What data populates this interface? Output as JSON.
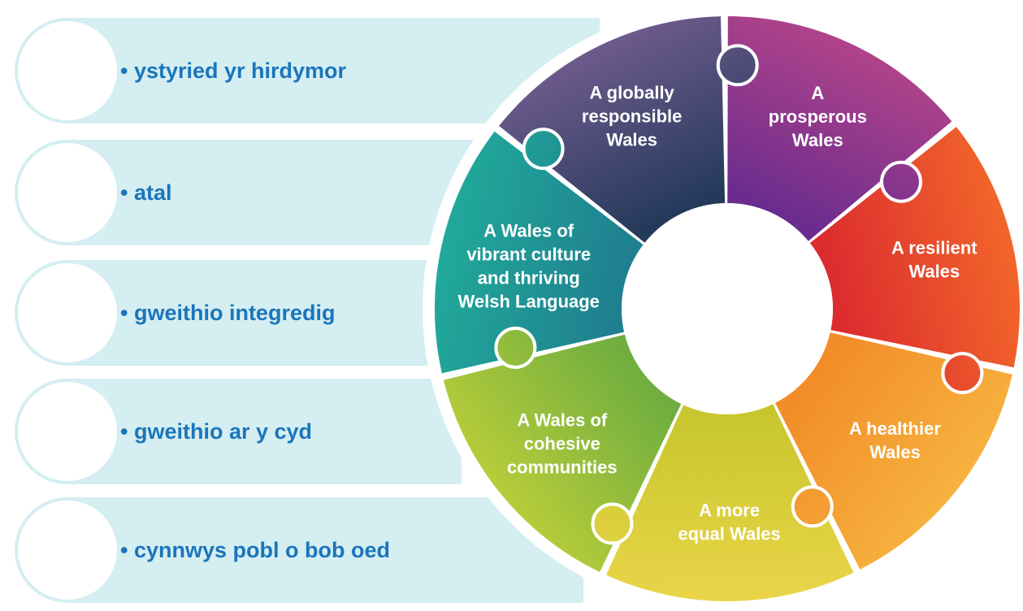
{
  "principles": [
    "• ystyried yr hirdymor",
    "• atal",
    "• gweithio integredig",
    "• gweithio ar y cyd",
    "• cynnwys pobl o bob oed"
  ],
  "goals": [
    {
      "id": "globally-responsible",
      "lines": [
        "A globally",
        "responsible",
        "Wales"
      ],
      "color_start": "#243a5a",
      "color_end": "#6d5a8c"
    },
    {
      "id": "prosperous",
      "lines": [
        "A",
        "prosperous",
        "Wales"
      ],
      "color_start": "#6a2c8e",
      "color_end": "#b0438a"
    },
    {
      "id": "resilient",
      "lines": [
        "A resilient",
        "Wales"
      ],
      "color_start": "#dc2b2f",
      "color_end": "#f2662a"
    },
    {
      "id": "healthier",
      "lines": [
        "A healthier",
        "Wales"
      ],
      "color_start": "#f28c28",
      "color_end": "#f6b23e"
    },
    {
      "id": "more-equal",
      "lines": [
        "A more",
        "equal Wales"
      ],
      "color_start": "#c8c62e",
      "color_end": "#ead548"
    },
    {
      "id": "cohesive-communities",
      "lines": [
        "A Wales of",
        "cohesive",
        "communities"
      ],
      "color_start": "#6fae3f",
      "color_end": "#b7cc3a"
    },
    {
      "id": "vibrant-culture",
      "lines": [
        "A Wales of",
        "vibrant culture",
        "and thriving",
        "Welsh Language"
      ],
      "color_start": "#1f7f8f",
      "color_end": "#21a99a"
    }
  ],
  "colors": {
    "bar_background": "#d4eef1",
    "principle_text": "#1b75bc",
    "goal_text": "#ffffff"
  }
}
